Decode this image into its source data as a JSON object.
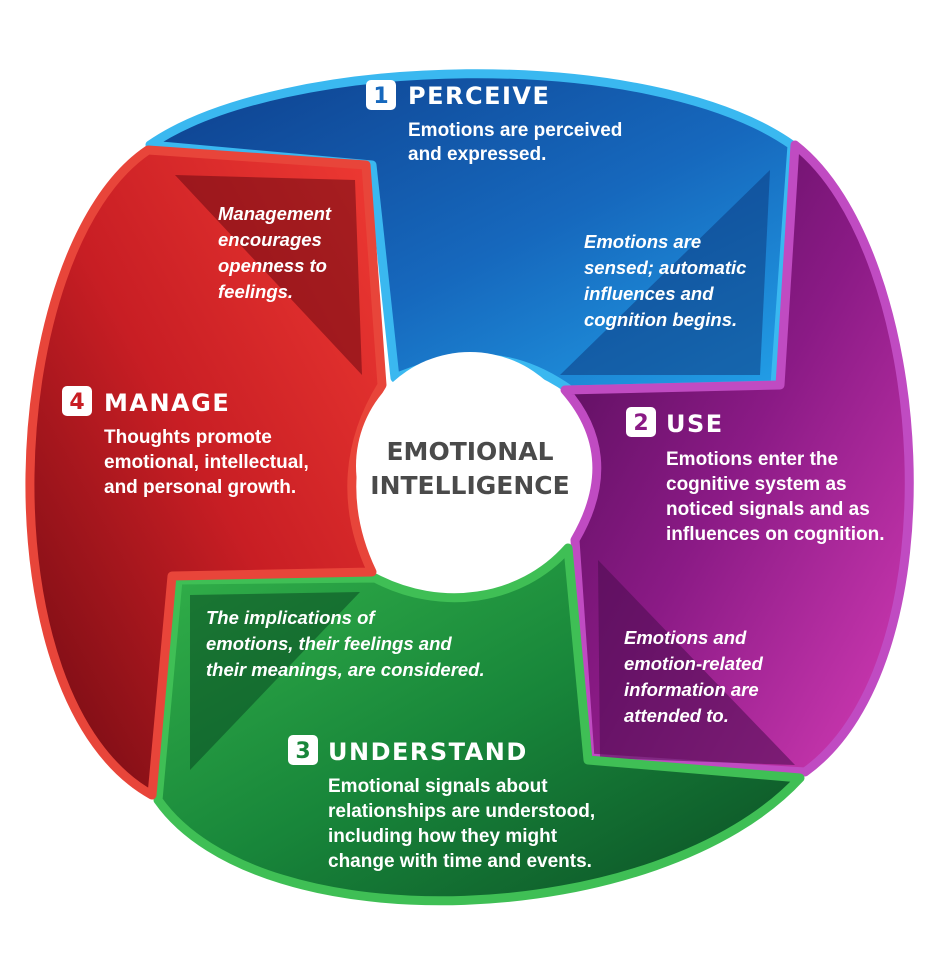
{
  "center": {
    "line1": "EMOTIONAL",
    "line2": "INTELLIGENCE"
  },
  "colors": {
    "perceive": "#1a7fd0",
    "use": "#a01f8e",
    "understand": "#1f9a3c",
    "manage": "#d42624"
  },
  "segments": {
    "perceive": {
      "number": "1",
      "title": "PERCEIVE",
      "desc": [
        "Emotions are perceived",
        "and expressed."
      ],
      "note": [
        "Emotions are",
        "sensed; automatic",
        "influences and",
        "cognition begins."
      ]
    },
    "use": {
      "number": "2",
      "title": "USE",
      "desc": [
        "Emotions enter the",
        "cognitive system as",
        "noticed signals and as",
        "influences on cognition."
      ],
      "note": [
        "Emotions and",
        "emotion-related",
        "information are",
        "attended to."
      ]
    },
    "understand": {
      "number": "3",
      "title": "UNDERSTAND",
      "desc": [
        "Emotional signals about",
        "relationships are understood,",
        "including how they might",
        "change with time and events."
      ],
      "note": [
        "The implications of",
        "emotions, their feelings and",
        "their meanings, are considered."
      ]
    },
    "manage": {
      "number": "4",
      "title": "MANAGE",
      "desc": [
        "Thoughts promote",
        "emotional, intellectual,",
        "and personal growth."
      ],
      "note": [
        "Management",
        "encourages",
        "openness to",
        "feelings."
      ]
    }
  }
}
